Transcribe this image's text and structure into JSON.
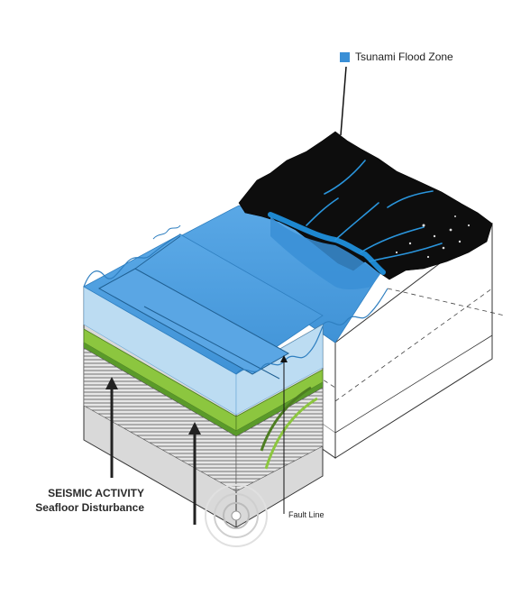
{
  "legend": {
    "label": "Tsunami Flood Zone",
    "swatch_color": "#3a8fd6"
  },
  "labels": {
    "seismic_line1": "SEISMIC ACTIVITY",
    "seismic_line2": "Seafloor Disturbance",
    "fault_line": "Fault Line"
  },
  "colors": {
    "water_top": "#4a9ee0",
    "water_side": "#bcdcf2",
    "water_surface_wave": "#7db9e8",
    "rock_dark": "#111111",
    "sediment_gray": "#c8c8c8",
    "crust_green": "#8cc63f",
    "crust_dark_green": "#5a9a2a",
    "flood_blue": "#1e88d0"
  }
}
